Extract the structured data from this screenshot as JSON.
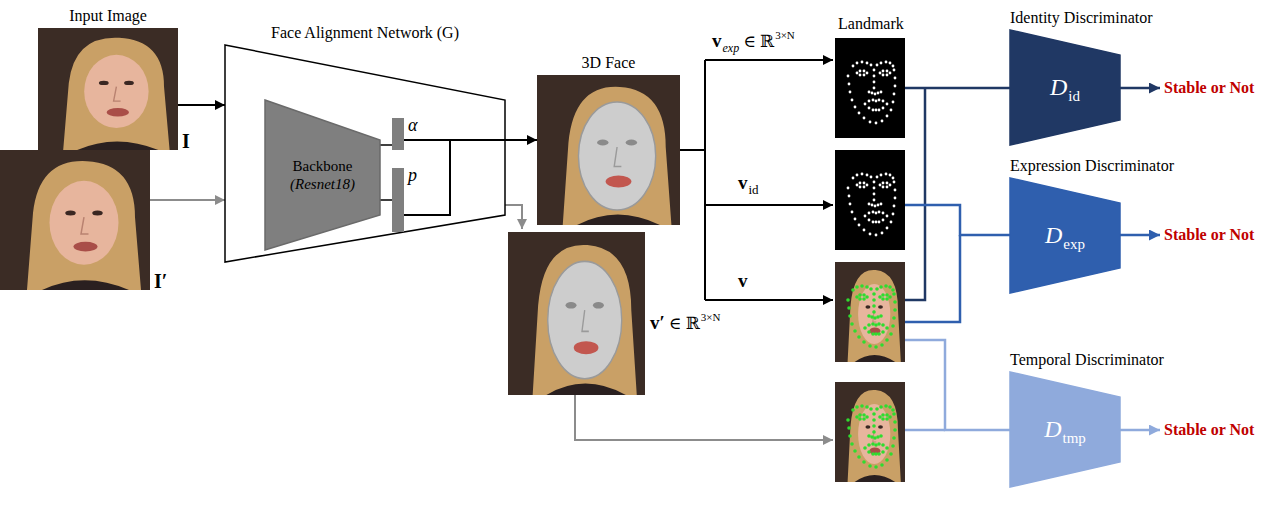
{
  "diagram": {
    "nodes": [
      {
        "text": [
          "Input Image",
          "I"
        ]
      },
      {
        "text": [
          "I′"
        ]
      },
      {
        "text": [
          "Face Alignment Network (G)"
        ]
      },
      {
        "text": [
          "Backbone",
          "(Resnet18)"
        ],
        "in": 2
      },
      {
        "text": [
          "α"
        ],
        "in": 2
      },
      {
        "text": [
          "p"
        ],
        "in": 2
      },
      {
        "text": [
          "3D Face"
        ]
      },
      {
        "text": [
          "Identity Discriminator",
          "D",
          "id"
        ]
      },
      {
        "text": [
          "Expression Discriminator",
          "D",
          "exp"
        ]
      },
      {
        "text": [
          "Temporal Discriminator",
          "D",
          "tmp"
        ]
      }
    ],
    "edges": [
      {
        "from": 0,
        "to": 2,
        "arrow": "to"
      },
      {
        "from": 1,
        "to": 2,
        "arrow": "to"
      },
      {
        "from": 2,
        "to": 6,
        "arrow": "to"
      }
    ],
    "labels": [
      "v",
      "exp",
      "∈ ℝ",
      "3×N",
      "Landmark",
      "v",
      "id",
      "v",
      "v′",
      "∈ ℝ",
      "3×N",
      "Stable or Not",
      "Stable or Not",
      "Stable or Not"
    ]
  }
}
